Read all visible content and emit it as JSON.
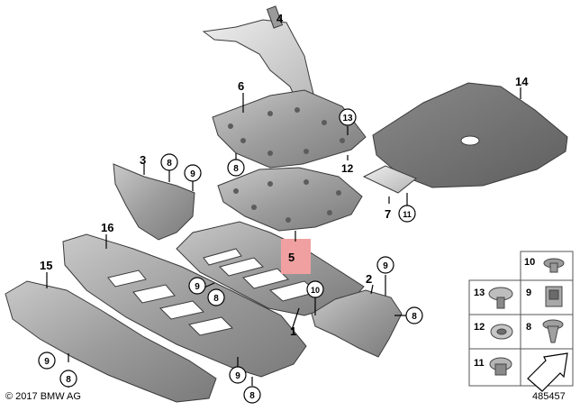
{
  "diagram": {
    "copyright": "© 2017 BMW AG",
    "diagram_number": "485457",
    "callouts": {
      "p1": "1",
      "p2": "2",
      "p3": "3",
      "p4": "4",
      "p5": "5",
      "p6": "6",
      "p7": "7",
      "p8": "8",
      "p9": "9",
      "p10": "10",
      "p11": "11",
      "p12": "12",
      "p13": "13",
      "p14": "14",
      "p15": "15",
      "p16": "16"
    },
    "legend_items": [
      "10",
      "13",
      "9",
      "12",
      "8",
      "11"
    ],
    "colors": {
      "highlight": "#f0a0a0",
      "panel_light": "#d4d4d4",
      "panel_mid": "#a9a9a9",
      "panel_dark": "#7d7d7d",
      "pad_dark": "#6e6e6e"
    }
  }
}
